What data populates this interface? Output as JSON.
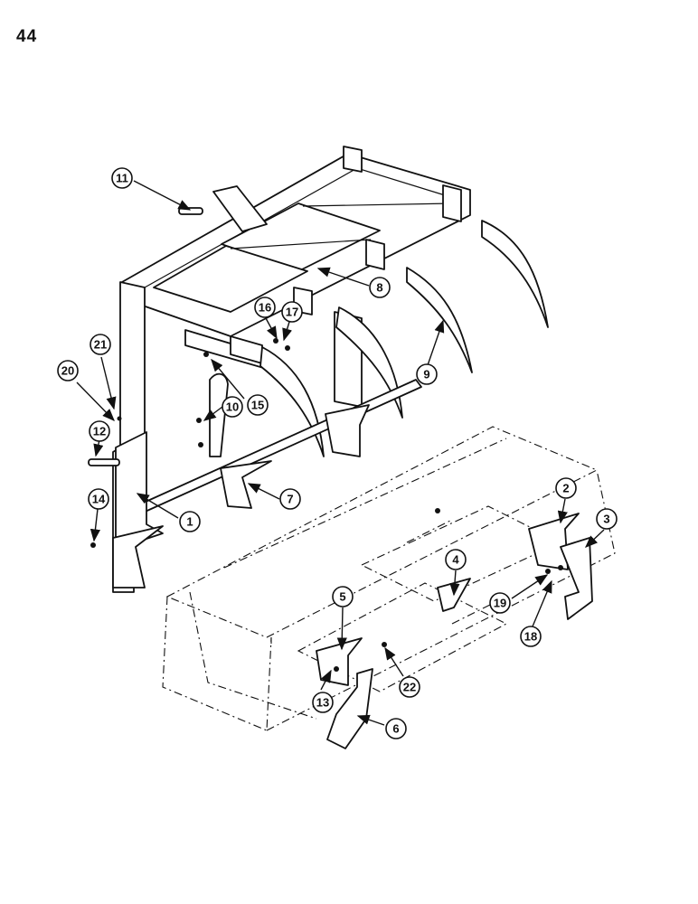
{
  "page": {
    "number": "44"
  },
  "callouts": [
    "1",
    "2",
    "3",
    "4",
    "5",
    "6",
    "7",
    "8",
    "9",
    "10",
    "11",
    "12",
    "13",
    "14",
    "15",
    "16",
    "17",
    "18",
    "19",
    "20",
    "21",
    "22"
  ]
}
